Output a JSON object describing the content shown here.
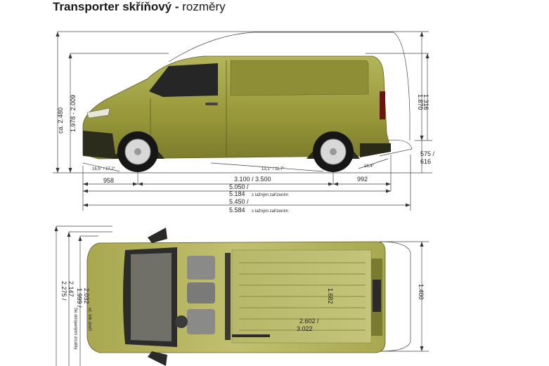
{
  "header": {
    "title_bold": "Transporter skříňový -",
    "title_regular": " rozměry"
  },
  "side_view": {
    "total_height": "ca. 2.480",
    "height_range": "1.978 - 2.009",
    "cargo_height_outer": "1.870",
    "cargo_height_inner": "1.316",
    "load_sill_height": "575 /",
    "load_sill_height_alt": "616",
    "approach_angle": "16,5° / 17,2°",
    "ramp_angle": "13,1° / 11,7°",
    "departure_angle": "16,4°",
    "front_overhang": "958",
    "wheelbase": "3.100 / 3.500",
    "rear_overhang": "992",
    "length_short": "5.050 /",
    "length_short_hitch": "5.184",
    "length_short_hitch_note": "s tažným zařízením",
    "length_long": "5.450 /",
    "length_long_hitch": "5.584",
    "length_long_hitch_note": "s tažným zařízením"
  },
  "top_view": {
    "width_body": "1.999 /",
    "width_mirrors": "2.032",
    "width_mirrors_note": "vč. klik dveří",
    "width_open": "2.275 /",
    "width_open_alt": "2.147",
    "width_open_note": "Se sklopenými zrcátky",
    "cargo_width_rear": "1.400",
    "cargo_width_inner": "1.682",
    "cargo_length": "2.602 /",
    "cargo_length_alt": "3.022"
  },
  "colors": {
    "body": "#9a9a3c",
    "body_dark": "#6e6e26",
    "body_light": "#bdbd6a",
    "glass": "#222222",
    "tire": "#161616",
    "line": "#333333"
  }
}
